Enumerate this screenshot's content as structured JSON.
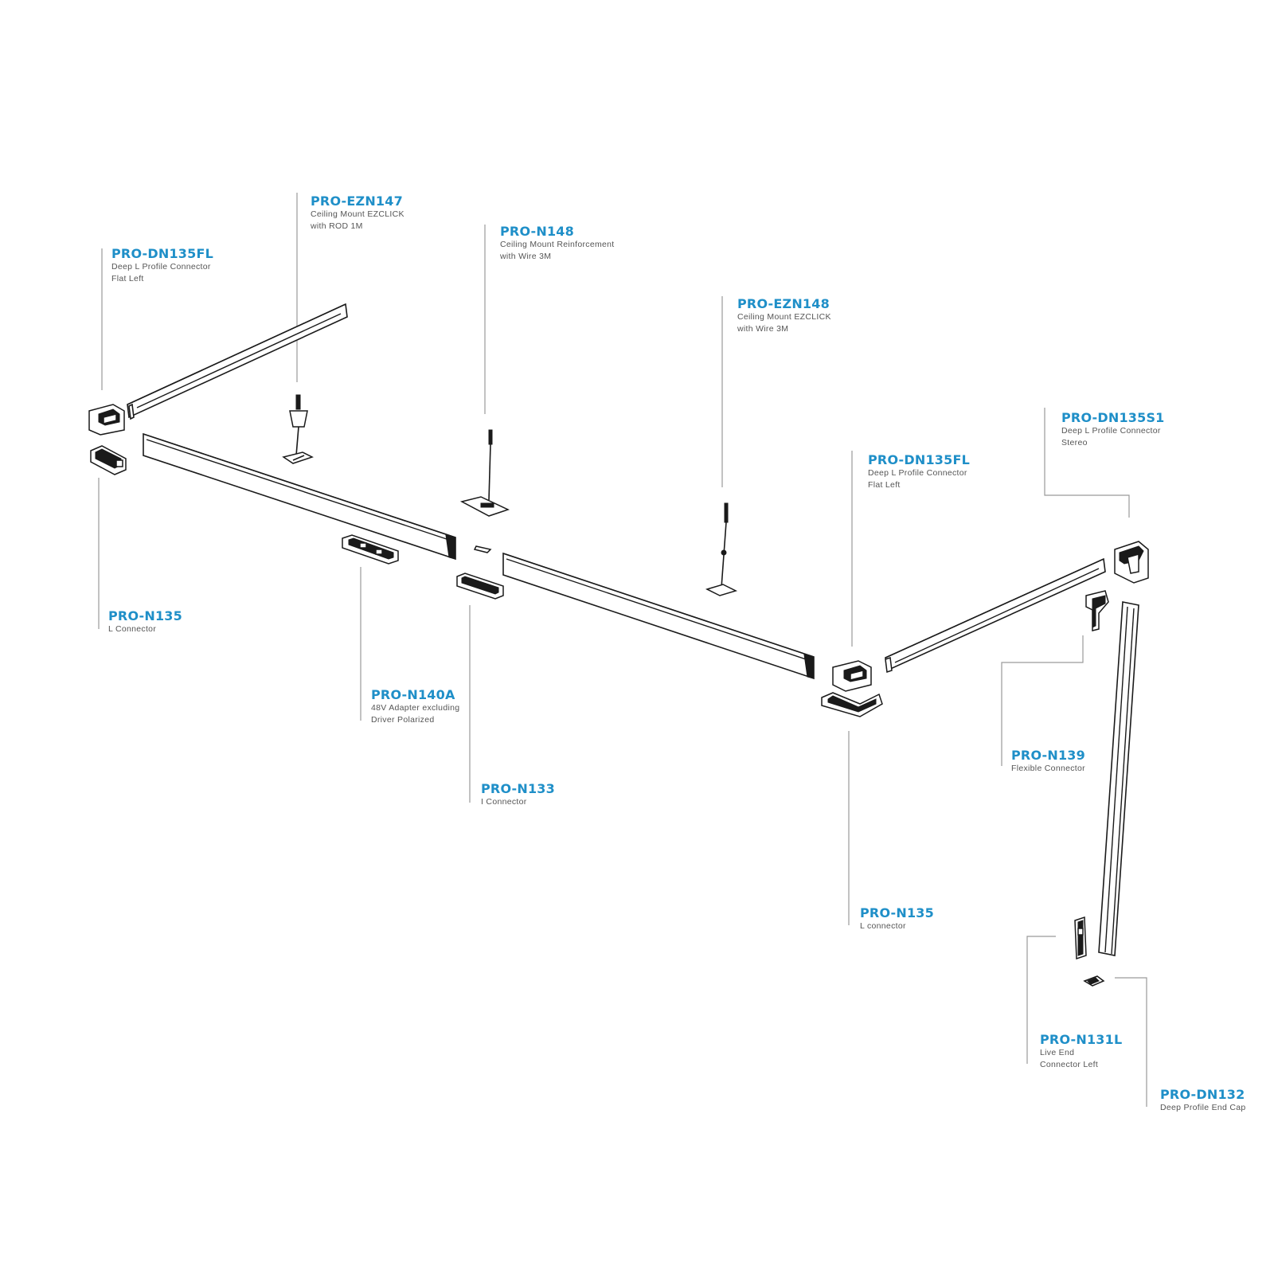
{
  "accent_color": "#1f8fc8",
  "labels": {
    "dn135fl_top": {
      "code": "PRO-DN135FL",
      "line1": "Deep L Profile Connector",
      "line2": "Flat Left"
    },
    "ezn147": {
      "code": "PRO-EZN147",
      "line1": "Ceiling Mount EZCLICK",
      "line2": "with ROD 1M"
    },
    "n148": {
      "code": "PRO-N148",
      "line1": "Ceiling Mount Reinforcement",
      "line2": "with Wire 3M"
    },
    "ezn148": {
      "code": "PRO-EZN148",
      "line1": "Ceiling Mount EZCLICK",
      "line2": "with Wire 3M"
    },
    "dn135s1": {
      "code": "PRO-DN135S1",
      "line1": "Deep L Profile Connector",
      "line2": "Stereo"
    },
    "dn135fl_mid": {
      "code": "PRO-DN135FL",
      "line1": "Deep L Profile Connector",
      "line2": "Flat Left"
    },
    "n135_left": {
      "code": "PRO-N135",
      "line1": "L Connector"
    },
    "n140a": {
      "code": "PRO-N140A",
      "line1": "48V Adapter excluding",
      "line2": "Driver Polarized"
    },
    "n133": {
      "code": "PRO-N133",
      "line1": "I Connector"
    },
    "n139": {
      "code": "PRO-N139",
      "line1": "Flexible Connector"
    },
    "n135_right": {
      "code": "PRO-N135",
      "line1": "L connector"
    },
    "n131l": {
      "code": "PRO-N131L",
      "line1": "Live End",
      "line2": "Connector Left"
    },
    "dn132": {
      "code": "PRO-DN132",
      "line1": "Deep Profile End Cap"
    }
  }
}
